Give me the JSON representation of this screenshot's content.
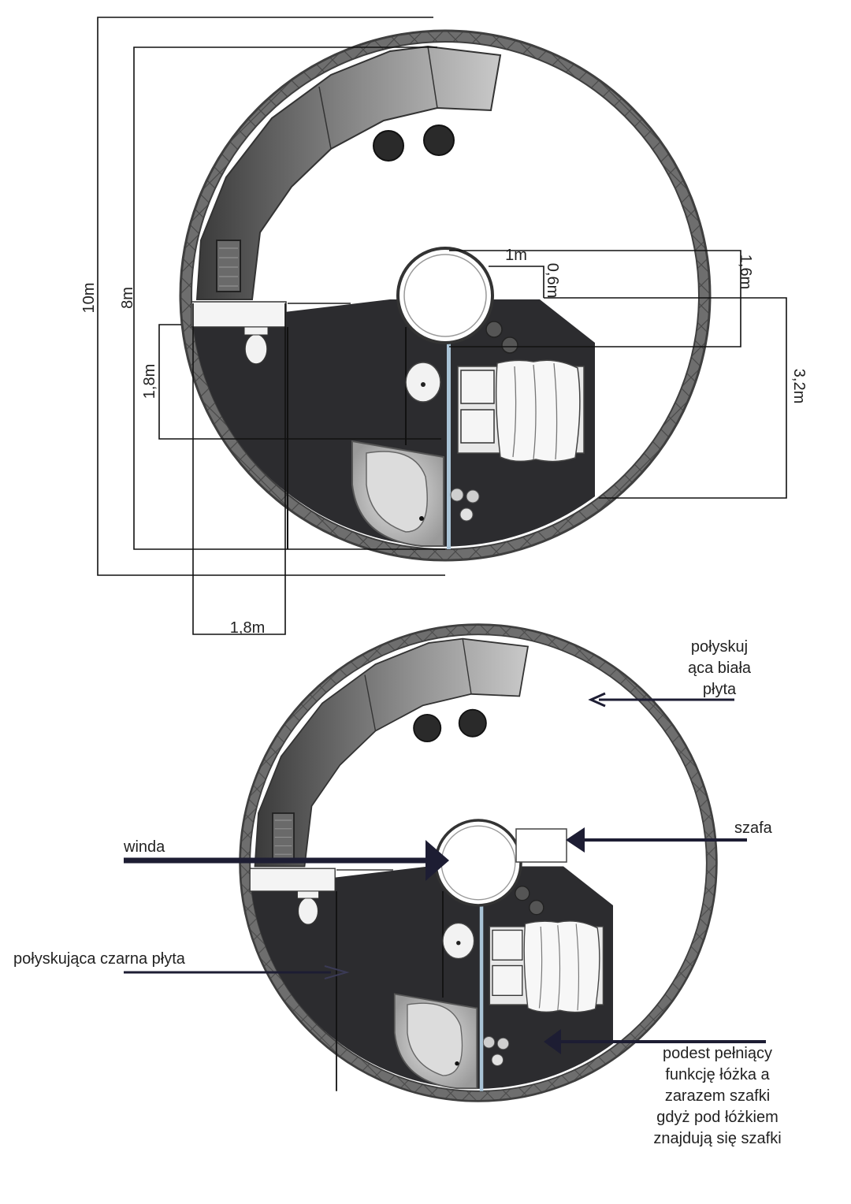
{
  "dimensions": {
    "d_10m": "10m",
    "d_8m": "8m",
    "d_1m": "1m",
    "d_0_6m": "0,6m",
    "d_1_6m": "1,6m",
    "d_1_8m_v": "1,8m",
    "d_3_2m": "3,2m",
    "d_1_8m_h": "1,8m"
  },
  "labels": {
    "white_panel": [
      "połyskuj",
      "ąca biała",
      "płyta"
    ],
    "wardrobe": "szafa",
    "elevator": "winda",
    "black_panel": "połyskująca czarna płyta",
    "platform": [
      "podest pełniący",
      "funkcję łóżka a",
      "zarazem szafki",
      "gdyż pod łóżkiem",
      "znajdują się szafki"
    ]
  },
  "colors": {
    "ring": "#6e6e6e",
    "floor_dark": "#2c2c2f",
    "arrow": "#1d1d33",
    "glass": "#a9c3d6"
  }
}
